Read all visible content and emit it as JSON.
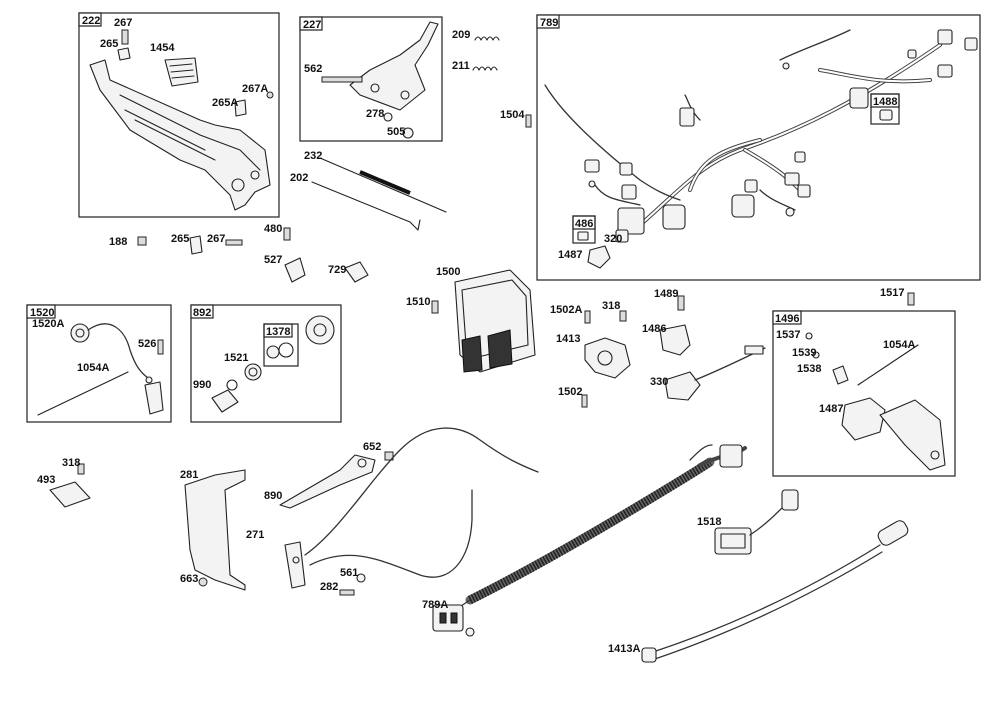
{
  "boxes": [
    {
      "tag": "222",
      "parts": [
        "267",
        "265",
        "1454",
        "267A",
        "265A"
      ]
    },
    {
      "tag": "227",
      "parts": [
        "562",
        "278",
        "505"
      ]
    },
    {
      "tag": "789",
      "parts": [
        "1488",
        "486",
        "320",
        "1487"
      ]
    },
    {
      "tag": "1520",
      "parts": [
        "1520A",
        "526",
        "1054A"
      ]
    },
    {
      "tag": "892",
      "parts": [
        "1378",
        "1521",
        "990"
      ]
    },
    {
      "tag": "1496",
      "parts": [
        "1537",
        "1539",
        "1538",
        "1054A",
        "1487"
      ]
    }
  ],
  "labels": {
    "b222": "222",
    "b227": "227",
    "b789": "789",
    "b1520": "1520",
    "b892": "892",
    "b1496": "1496",
    "b1488": "1488",
    "b486": "486",
    "b1378": "1378",
    "p267a": "267",
    "p265a": "265",
    "p1454": "1454",
    "p267A": "267A",
    "p265A": "265A",
    "p562": "562",
    "p278": "278",
    "p505": "505",
    "p209": "209",
    "p211": "211",
    "p1504": "1504",
    "p232": "232",
    "p202": "202",
    "p320": "320",
    "p1487a": "1487",
    "p188": "188",
    "p265b": "265",
    "p267b": "267",
    "p480": "480",
    "p527": "527",
    "p729": "729",
    "p1500": "1500",
    "p1510": "1510",
    "p1502A": "1502A",
    "p318a": "318",
    "p1489": "1489",
    "p1517": "1517",
    "p1413": "1413",
    "p1486": "1486",
    "p330": "330",
    "p1502": "1502",
    "p1520A": "1520A",
    "p526": "526",
    "p1054Aa": "1054A",
    "p1521": "1521",
    "p990": "990",
    "p1537": "1537",
    "p1539": "1539",
    "p1538": "1538",
    "p1054Ab": "1054A",
    "p1487b": "1487",
    "p318b": "318",
    "p493": "493",
    "p281": "281",
    "p663": "663",
    "p652": "652",
    "p890": "890",
    "p271": "271",
    "p561": "561",
    "p282": "282",
    "p789A": "789A",
    "p1518": "1518",
    "p1413A": "1413A"
  },
  "colors": {
    "ink": "#222222",
    "background": "#ffffff"
  }
}
